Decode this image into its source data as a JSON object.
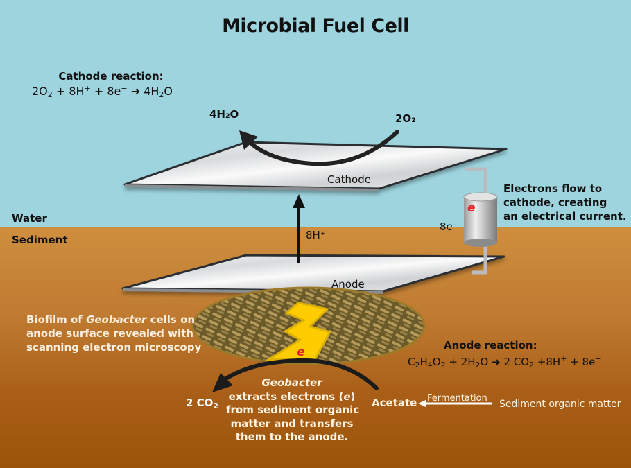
{
  "title": "Microbial Fuel Cell",
  "colors": {
    "water": "#9dd4de",
    "sediment_top": "#cf8e3e",
    "sediment_bottom": "#9c5409",
    "electron_red": "#e3262c",
    "lightning_yellow": "#ffcc00",
    "arrow_dark": "#1a1a1a"
  },
  "cathode_reaction": {
    "heading": "Cathode reaction:",
    "equation_text": "2O2 + 8H+ + 8e− → 4H2O",
    "terms": [
      "2O₂",
      "8H⁺",
      "8e⁻",
      "4H₂O"
    ]
  },
  "cathode_cycle": {
    "product_label": "4H₂O",
    "reactant_label": "2O₂"
  },
  "electrodes": {
    "cathode_label": "Cathode",
    "anode_label": "Anode"
  },
  "proton_flow": {
    "label": "8H⁺",
    "direction": "anode-to-cathode"
  },
  "circuit": {
    "electron_count_label": "8e⁻",
    "resistor_symbol": "e",
    "description": "Electrons flow to cathode, creating an electrical current.",
    "description_lines": [
      "Electrons flow to",
      "cathode, creating",
      "an electrical current."
    ]
  },
  "layers": {
    "water_label": "Water",
    "sediment_label": "Sediment"
  },
  "biofilm": {
    "lines": [
      "Biofilm of ",
      "Geobacter",
      " cells on",
      "anode surface revealed with",
      "scanning electron microscopy"
    ],
    "lightning_symbol": "e"
  },
  "anode_reaction": {
    "heading": "Anode reaction:",
    "equation_text": "C2H4O2 + 2H2O → 2 CO2 + 8H+ + 8e−",
    "terms": [
      "C₂H₄O₂",
      "2H₂O",
      "2 CO₂",
      "8H⁺",
      "8e⁻"
    ]
  },
  "geobacter_cycle": {
    "product_label": "2 CO₂",
    "organism": "Geobacter",
    "line1a": "extracts  electrons (",
    "line1e": "e",
    "line1b": ")",
    "line2": "from sediment organic",
    "line3": "matter and transfers",
    "line4": "them to the anode.",
    "substrate_label": "Acetate"
  },
  "fermentation": {
    "process_label": "Fermentation",
    "source_label": "Sediment organic matter"
  }
}
